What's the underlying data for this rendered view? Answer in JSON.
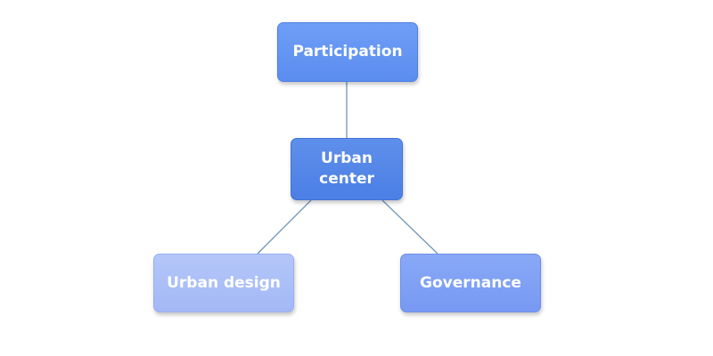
{
  "diagram": {
    "nodes": {
      "participation": {
        "label": "Participation",
        "color": "#5b8df0"
      },
      "center": {
        "label": "Urban center",
        "color": "#4b7fe4"
      },
      "design": {
        "label": "Urban design",
        "color": "#a9bdf7"
      },
      "governance": {
        "label": "Governance",
        "color": "#7d9ef4"
      }
    },
    "edges": [
      {
        "from": "participation",
        "to": "center"
      },
      {
        "from": "center",
        "to": "design"
      },
      {
        "from": "center",
        "to": "governance"
      }
    ],
    "connector_color": "#6f96b8"
  }
}
